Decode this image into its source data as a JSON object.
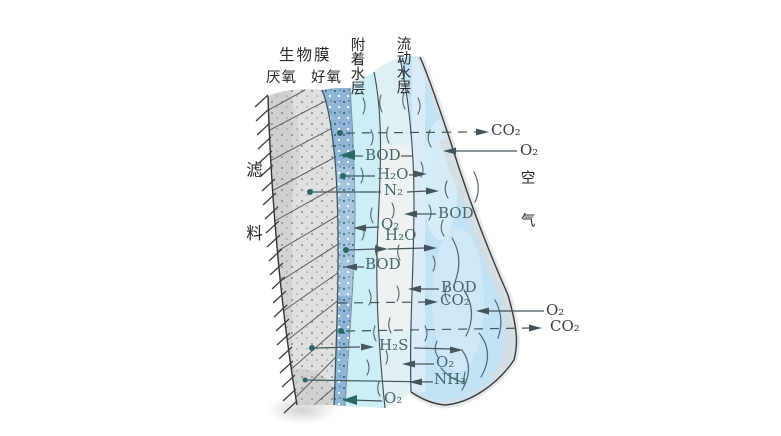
{
  "diagram": {
    "layer_labels": {
      "filter_media": "滤料",
      "biofilm": "生物膜",
      "anaerobic": "厌氧",
      "aerobic": "好氧",
      "attached_water": "附着水层",
      "flowing_water": "流动水层",
      "air": "空气"
    },
    "substance_labels": {
      "co2_out_top": "CO₂",
      "o2_in_top": "O₂",
      "bod_into_biofilm": "BOD",
      "h2o_out_upper": "H₂O",
      "n2_out": "N₂",
      "bod_flowing_upper": "BOD",
      "o2_into_strip_upper": "O₂",
      "h2o_out_lower": "H₂O",
      "bod_attached": "BOD",
      "bod_flowing_lower": "BOD",
      "co2_out_mid": "CO₂",
      "o2_in_right": "O₂",
      "co2_out_right": "CO₂",
      "h2s_out": "H₂S",
      "o2_into_attached": "O₂",
      "nh3_into_biofilm": "NH₃",
      "o2_into_strip_bottom": "O₂"
    },
    "colors": {
      "biofilm_gray": "#e0e0e0",
      "interface_strip_blue": "#a6c6e0",
      "attached_water_cyan": "#cdeef4",
      "boundary_gap": "#eef2f3",
      "flowing_water_blue": "#c3e2f5",
      "arrow": "#44565c",
      "thick_arrow": "#2a6868",
      "label_in_water": "#44666c",
      "label_on_air": "#383f43",
      "chinese_label": "#26282a"
    }
  }
}
